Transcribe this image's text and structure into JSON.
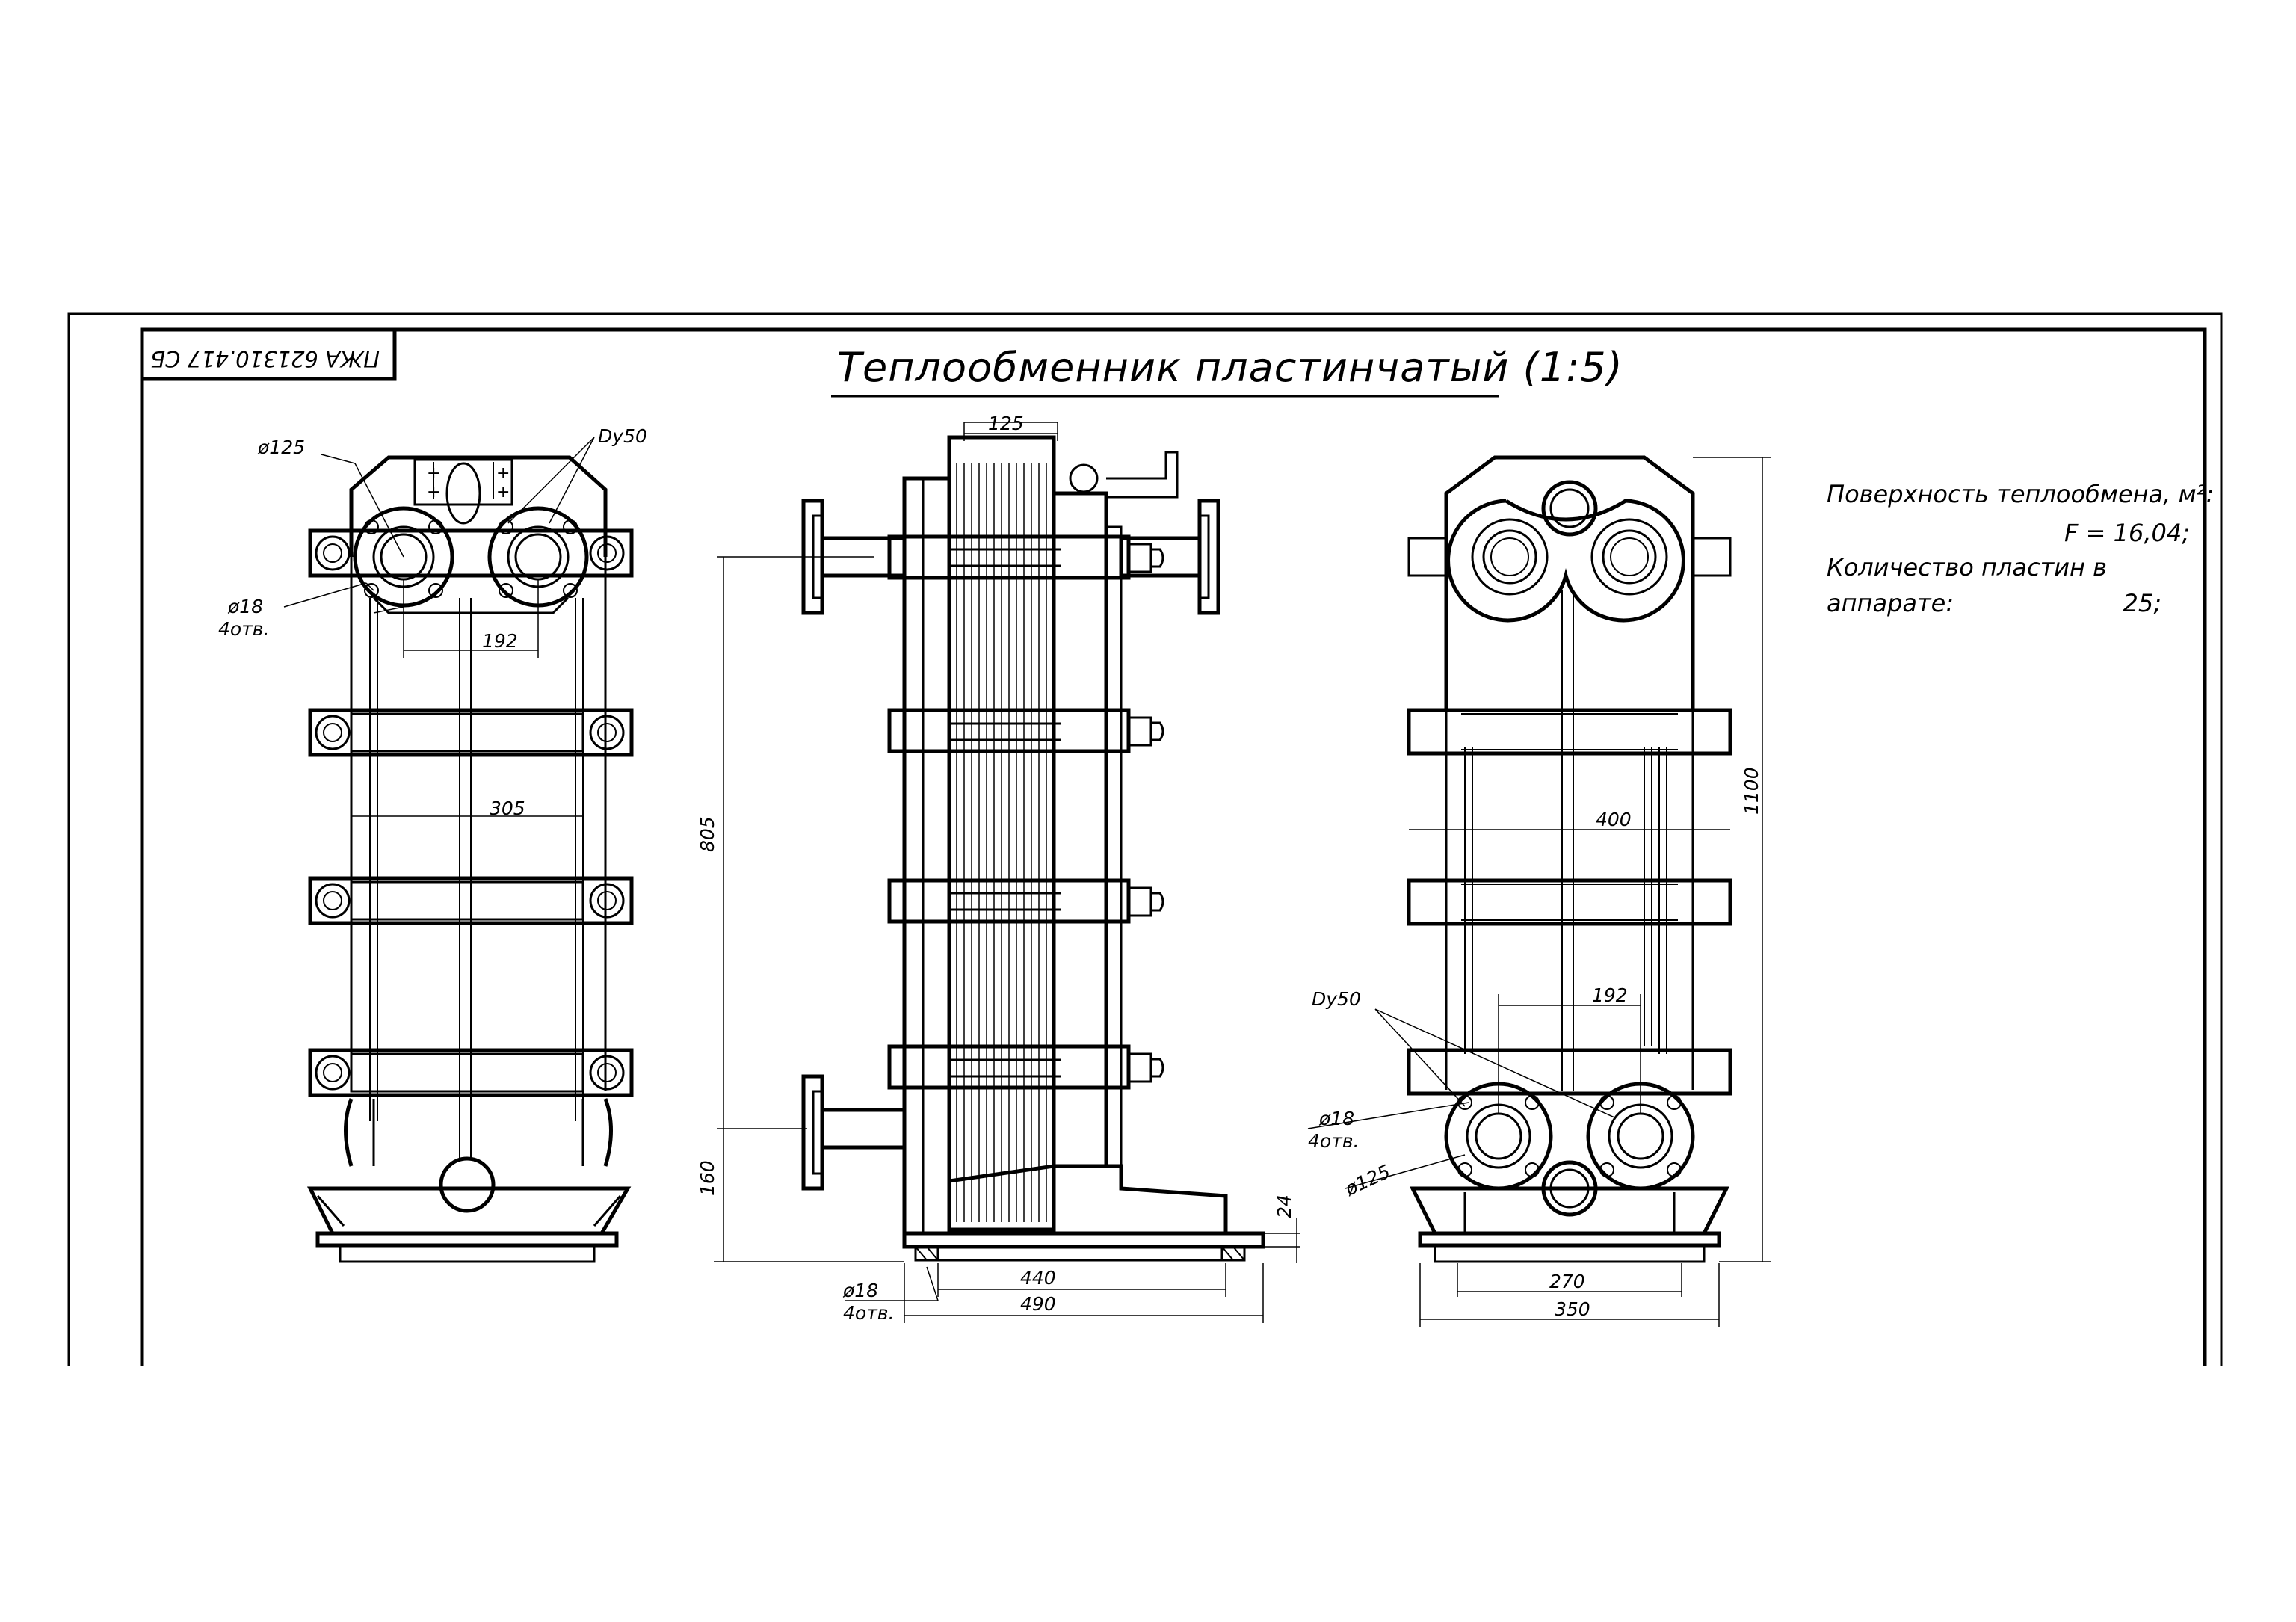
{
  "sheet": {
    "title": "Теплообменник пластинчатый (1:5)",
    "stamp_code": "ПЖА 621310.417 СБ"
  },
  "spec": {
    "surface_label": "Поверхность теплообмена, м²:",
    "surface_value": "F = 16,04;",
    "plates_label_1": "Количество пластин в",
    "plates_label_2": "аппарате:",
    "plates_value": "25;"
  },
  "front_view": {
    "d125": "ø125",
    "dy50": "Dy50",
    "d18": "ø18",
    "holes": "4отв.",
    "dim_192": "192",
    "dim_305": "305"
  },
  "side_view": {
    "dim_125": "125",
    "dim_805": "805",
    "dim_160": "160",
    "dim_24": "24",
    "dim_440": "440",
    "dim_490": "490",
    "d18": "ø18",
    "holes": "4отв."
  },
  "rear_view": {
    "dim_1100": "1100",
    "dim_400": "400",
    "dim_192": "192",
    "dim_270": "270",
    "dim_350": "350",
    "dy50": "Dy50",
    "d18": "ø18",
    "holes": "4отв.",
    "d125": "ø125"
  }
}
